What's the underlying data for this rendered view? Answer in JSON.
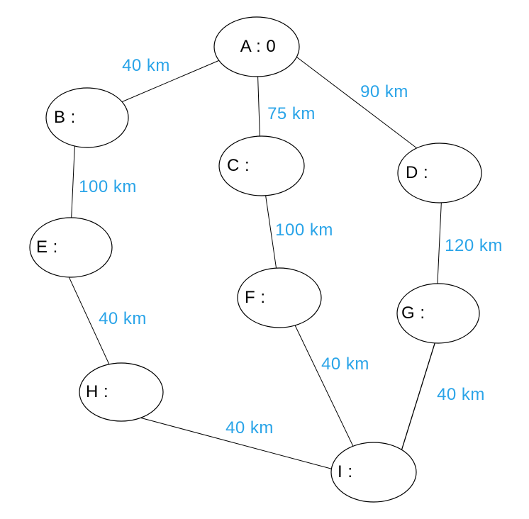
{
  "graph": {
    "background_color": "#ffffff",
    "node_fill_color": "#ffffff",
    "node_border_color": "#000000",
    "node_label_color": "#000000",
    "edge_line_color": "#000000",
    "edge_label_color": "#2AA4E8",
    "nodes": [
      {
        "id": "A",
        "label": "A : 0"
      },
      {
        "id": "B",
        "label": "B :"
      },
      {
        "id": "C",
        "label": "C :"
      },
      {
        "id": "D",
        "label": "D :"
      },
      {
        "id": "E",
        "label": "E :"
      },
      {
        "id": "F",
        "label": "F :"
      },
      {
        "id": "G",
        "label": "G :"
      },
      {
        "id": "H",
        "label": "H :"
      },
      {
        "id": "I",
        "label": "I :"
      }
    ],
    "edges": [
      {
        "from": "A",
        "to": "B",
        "label": "40 km"
      },
      {
        "from": "A",
        "to": "C",
        "label": "75 km"
      },
      {
        "from": "A",
        "to": "D",
        "label": "90 km"
      },
      {
        "from": "B",
        "to": "E",
        "label": "100 km"
      },
      {
        "from": "C",
        "to": "F",
        "label": "100 km"
      },
      {
        "from": "D",
        "to": "G",
        "label": "120 km"
      },
      {
        "from": "E",
        "to": "H",
        "label": "40 km"
      },
      {
        "from": "F",
        "to": "I",
        "label": "40 km"
      },
      {
        "from": "G",
        "to": "I",
        "label": "40 km"
      },
      {
        "from": "H",
        "to": "I",
        "label": "40 km"
      }
    ]
  }
}
